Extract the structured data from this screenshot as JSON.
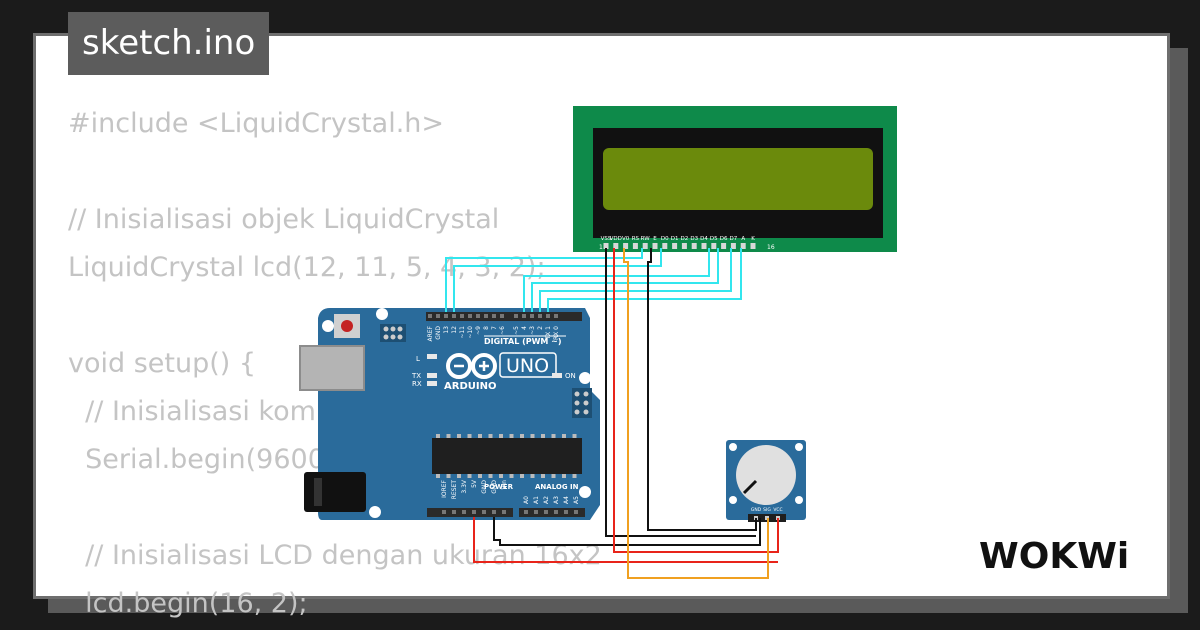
{
  "file_tab": {
    "name": "sketch.ino"
  },
  "code": {
    "lines": [
      "#include <LiquidCrystal.h>",
      "",
      "// Inisialisasi objek LiquidCrystal",
      "LiquidCrystal lcd(12, 11, 5, 4, 3, 2);",
      "",
      "void setup() {",
      "  // Inisialisasi komunikasi serial",
      "  Serial.begin(9600);",
      "",
      "  // Inisialisasi LCD dengan ukuran 16x2",
      "  lcd.begin(16, 2);"
    ]
  },
  "lcd": {
    "pins": [
      "VSS",
      "VDD",
      "V0",
      "RS",
      "RW",
      "E",
      "D0",
      "D1",
      "D2",
      "D3",
      "D4",
      "D5",
      "D6",
      "D7",
      "A",
      "K"
    ],
    "pin_start": "1",
    "pin_end": "16"
  },
  "arduino": {
    "brand": "ARDUINO",
    "model": "UNO",
    "digital_label": "DIGITAL (PWM ~)",
    "power_label": "POWER",
    "analog_label": "ANALOG IN",
    "top_pins": [
      "AREF",
      "GND",
      "13",
      "12",
      "~11",
      "~10",
      "~9",
      "8",
      "7",
      "~6",
      "~5",
      "4",
      "~3",
      "2",
      "TX 1",
      "RX 0"
    ],
    "power_pins": [
      "IOREF",
      "RESET",
      "3.3V",
      "5V",
      "GND",
      "GND",
      "Vin"
    ],
    "analog_pins": [
      "A0",
      "A1",
      "A2",
      "A3",
      "A4",
      "A5"
    ],
    "led_labels": {
      "l": "L",
      "tx": "TX",
      "rx": "RX",
      "on": "ON"
    }
  },
  "potentiometer": {
    "pins": [
      "GND",
      "SIG",
      "VCC"
    ]
  },
  "wire_colors": {
    "data": "#33e6ee",
    "gnd": "#111111",
    "vcc": "#e8241a",
    "sig": "#f0a020"
  },
  "brand": {
    "name": "WOKWi"
  }
}
